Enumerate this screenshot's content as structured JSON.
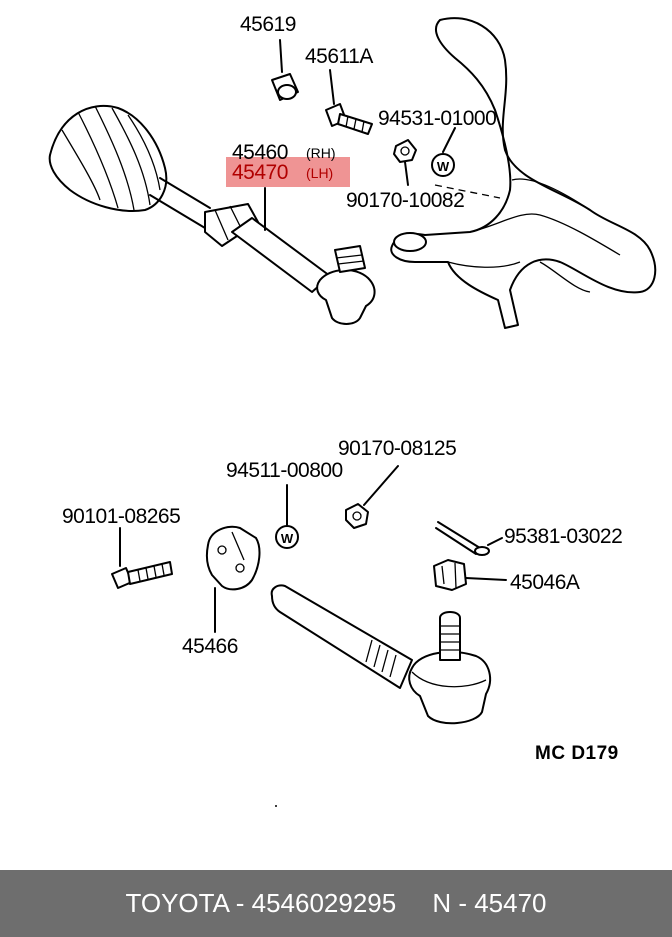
{
  "labels": {
    "p45619": "45619",
    "p45611a": "45611A",
    "p94531": "94531-01000",
    "p45460": "45460",
    "p45460_side": "(RH)",
    "p45470": "45470",
    "p45470_side": "(LH)",
    "p90170_10082": "90170-10082",
    "p90170_08125": "90170-08125",
    "p94511": "94511-00800",
    "p90101": "90101-08265",
    "p95381": "95381-03022",
    "p45046a": "45046A",
    "p45466": "45466",
    "diagram_code": "MC  D179"
  },
  "washer_mark": "W",
  "highlight_color": "#e13c3c",
  "footer": {
    "text": "TOYOTA - 4546029295     N - 45470"
  }
}
